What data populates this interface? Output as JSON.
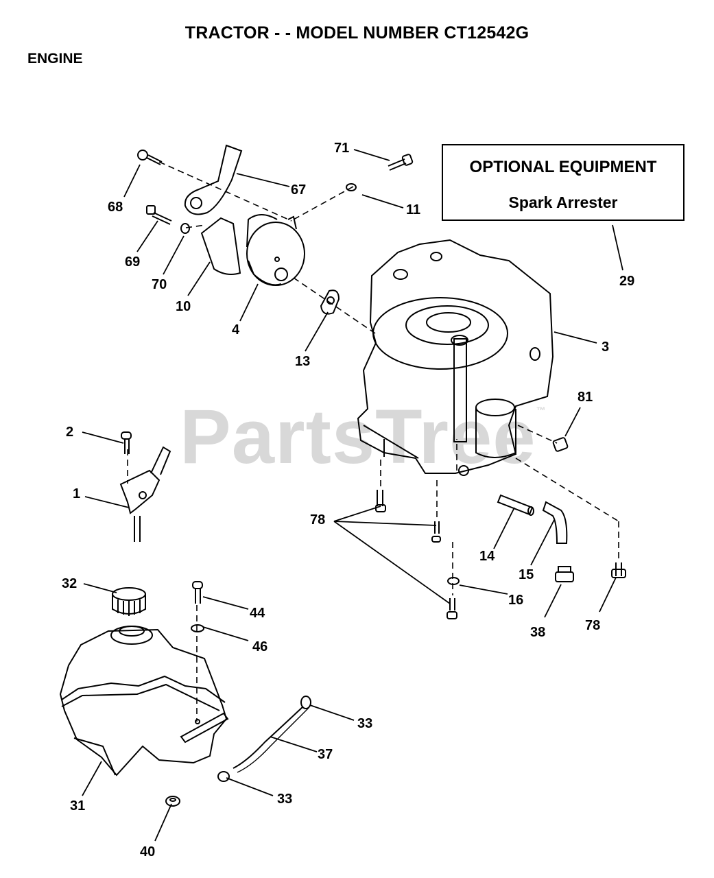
{
  "header": {
    "title": "TRACTOR - - MODEL NUMBER CT12542G",
    "section": "ENGINE"
  },
  "optional_box": {
    "line1": "OPTIONAL EQUIPMENT",
    "line2": "Spark Arrester"
  },
  "watermark": {
    "text": "PartsTree",
    "tm": "™"
  },
  "callouts": {
    "c71": "71",
    "c67": "67",
    "c68": "68",
    "c11": "11",
    "c69": "69",
    "c70": "70",
    "c10": "10",
    "c4": "4",
    "c13": "13",
    "c29": "29",
    "c3": "3",
    "c81": "81",
    "c2": "2",
    "c1": "1",
    "c78a": "78",
    "c14": "14",
    "c15": "15",
    "c16": "16",
    "c38": "38",
    "c78b": "78",
    "c32": "32",
    "c44": "44",
    "c46": "46",
    "c33a": "33",
    "c37": "37",
    "c31": "31",
    "c33b": "33",
    "c40": "40"
  },
  "colors": {
    "ink": "#000000",
    "watermark": "#d8d8d8",
    "background": "#ffffff"
  }
}
